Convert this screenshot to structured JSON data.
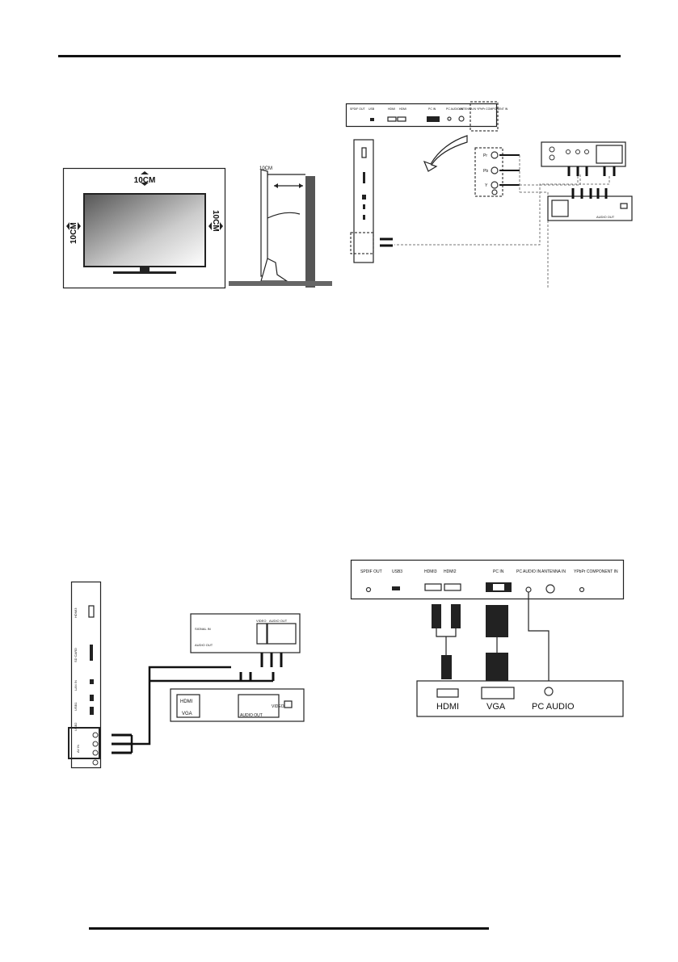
{
  "clearance": {
    "top": "10CM",
    "left": "10CM",
    "right": "10CM",
    "side": "10CM"
  },
  "component_diagram": {
    "panel_labels": [
      "SPDIF OUT",
      "USB",
      "HDMI",
      "HDMI",
      "PC IN",
      "PC AUDIO IN",
      "ANTENNA IN",
      "YPbPr COMPONENT IN"
    ],
    "jack_labels": [
      "Pr",
      "Pb",
      "Y"
    ],
    "device_label": "AUDIO OUT"
  },
  "av_diagram": {
    "side_labels": [
      "HDMI3",
      "SD CARD",
      "LAN IN",
      "USB1",
      "USB2",
      "AV IN"
    ],
    "dvd_labels": {
      "video": "VIDEO",
      "audio_out": "AUDIO OUT",
      "antenna": "SIGNAL IN",
      "audio": "AUDIO OUT"
    },
    "player_labels": {
      "hdmi": "HDMI",
      "vga": "VGA",
      "audio_out": "AUDIO OUT",
      "video": "VIDEO"
    }
  },
  "pc_diagram": {
    "panel_labels": [
      "SPDIF OUT",
      "USB3",
      "HDMI3",
      "HDMI2",
      "PC IN",
      "PC AUDIO IN",
      "ANTENNA IN",
      "YPbPr COMPONENT IN"
    ],
    "device_labels": [
      "HDMI",
      "VGA",
      "PC AUDIO"
    ]
  }
}
